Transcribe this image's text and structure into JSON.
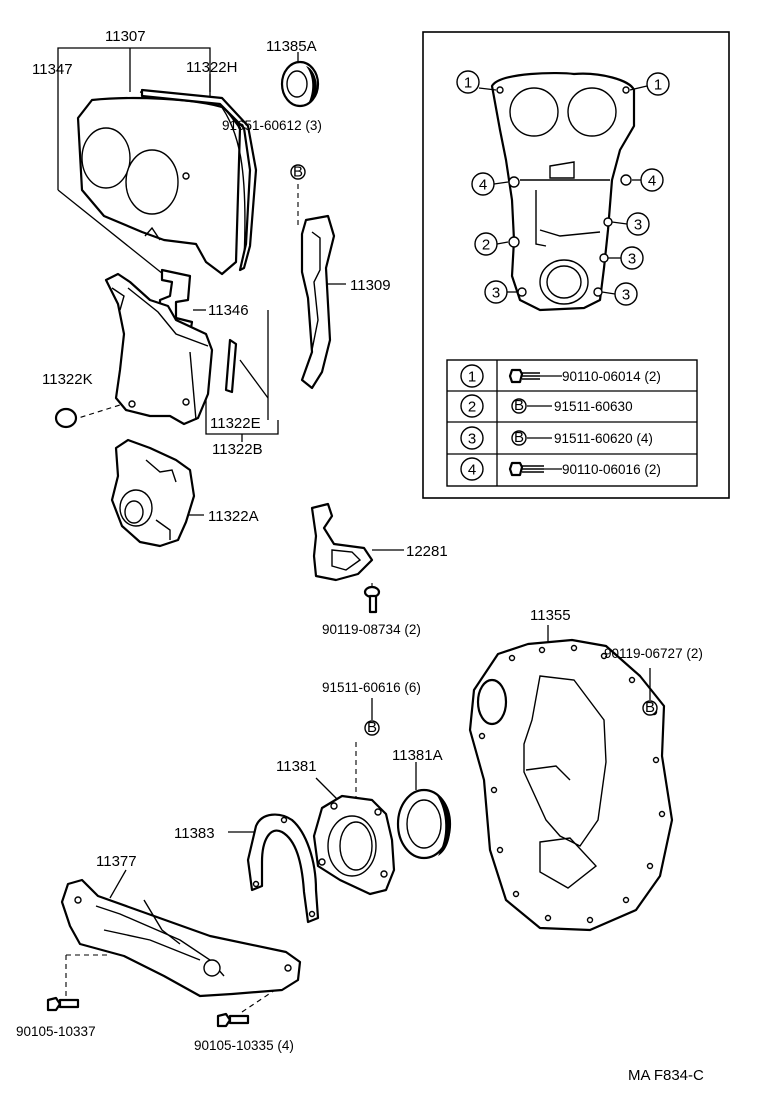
{
  "parts": {
    "p11307": "11307",
    "p11347": "11347",
    "p11322H": "11322H",
    "p11385A": "11385A",
    "p91651": "91651-60612 (3)",
    "p11309": "11309",
    "p11346": "11346",
    "p11322K": "11322K",
    "p11322E": "11322E",
    "p11322B": "11322B",
    "p11322A": "11322A",
    "p12281": "12281",
    "p90119_08734": "90119-08734 (2)",
    "p11355": "11355",
    "p90119_06727": "90119-06727 (2)",
    "p91511_60616": "91511-60616 (6)",
    "p11381": "11381",
    "p11381A": "11381A",
    "p11383": "11383",
    "p11377": "11377",
    "p90105_10337": "90105-10337",
    "p90105_10335": "90105-10335 (4)"
  },
  "inset": {
    "callouts": {
      "c1": "1",
      "c2": "2",
      "c3": "3",
      "c4": "4"
    },
    "bolt_symbol": "B",
    "table": [
      {
        "num": "1",
        "part": "90110-06014 (2)",
        "icon": "bolt-icon"
      },
      {
        "num": "2",
        "part": "91511-60630",
        "icon": "b-symbol-icon"
      },
      {
        "num": "3",
        "part": "91511-60620 (4)",
        "icon": "b-symbol-icon"
      },
      {
        "num": "4",
        "part": "90110-06016 (2)",
        "icon": "bolt-icon"
      }
    ]
  },
  "footer": {
    "code": "MA F834-C"
  }
}
